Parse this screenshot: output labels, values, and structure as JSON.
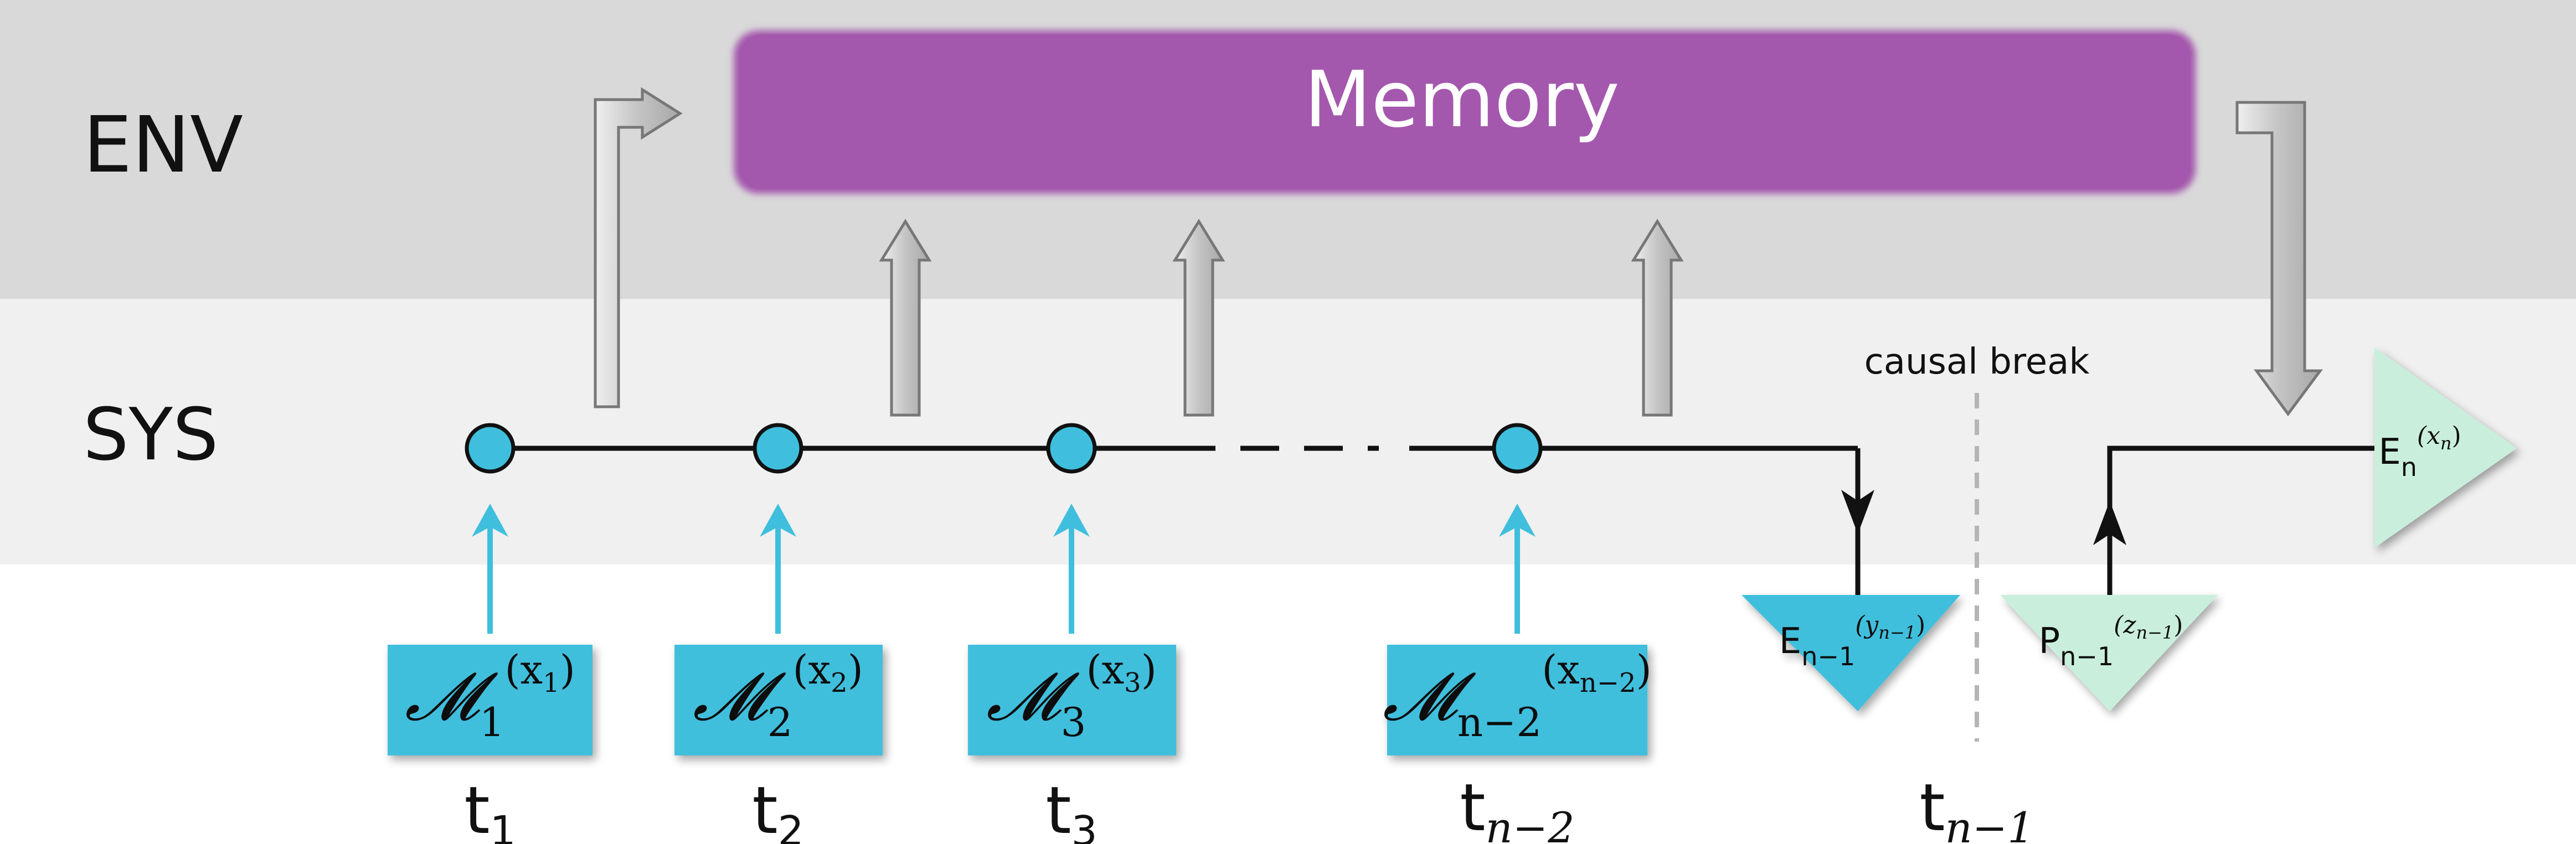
{
  "bands": {
    "env_label": "ENV",
    "sys_label": "SYS"
  },
  "memory": {
    "label": "Memory"
  },
  "causal_break": {
    "label": "causal break"
  },
  "measurements": [
    {
      "op": "𝓜",
      "sub": "1",
      "sup": "(x",
      "sup_sub": "1",
      "sup_close": ")"
    },
    {
      "op": "𝓜",
      "sub": "2",
      "sup": "(x",
      "sup_sub": "2",
      "sup_close": ")"
    },
    {
      "op": "𝓜",
      "sub": "3",
      "sup": "(x",
      "sup_sub": "3",
      "sup_close": ")"
    },
    {
      "op": "𝓜",
      "sub": "n−2",
      "sup": "(x",
      "sup_sub": "n−2",
      "sup_close": ")"
    }
  ],
  "times": [
    {
      "t": "t",
      "sub": "1"
    },
    {
      "t": "t",
      "sub": "2"
    },
    {
      "t": "t",
      "sub": "3"
    },
    {
      "t": "t",
      "sub": "n−2"
    },
    {
      "t": "t",
      "sub": "n−1"
    }
  ],
  "triangles": {
    "e_prev": {
      "base": "E",
      "sub": "n−1",
      "sup": "(y",
      "sup_sub": "n−1",
      "sup_close": ")"
    },
    "p_prev": {
      "base": "P",
      "sub": "n−1",
      "sup": "(z",
      "sup_sub": "n−1",
      "sup_close": ")"
    },
    "e_n": {
      "base": "E",
      "sub": "n",
      "sup": "(x",
      "sup_sub": "n",
      "sup_close": ")"
    }
  },
  "colors": {
    "env_band": "#d9d9d9",
    "sys_band": "#f0f0f0",
    "memory_fill": "#a458ad",
    "cyan": "#3fbfdd",
    "mint": "#c9efdc",
    "timeline": "#111111",
    "arrow_fill": "#c9c9c9",
    "arrow_stroke": "#7a7a7a",
    "break_line": "#b5b5b5"
  }
}
